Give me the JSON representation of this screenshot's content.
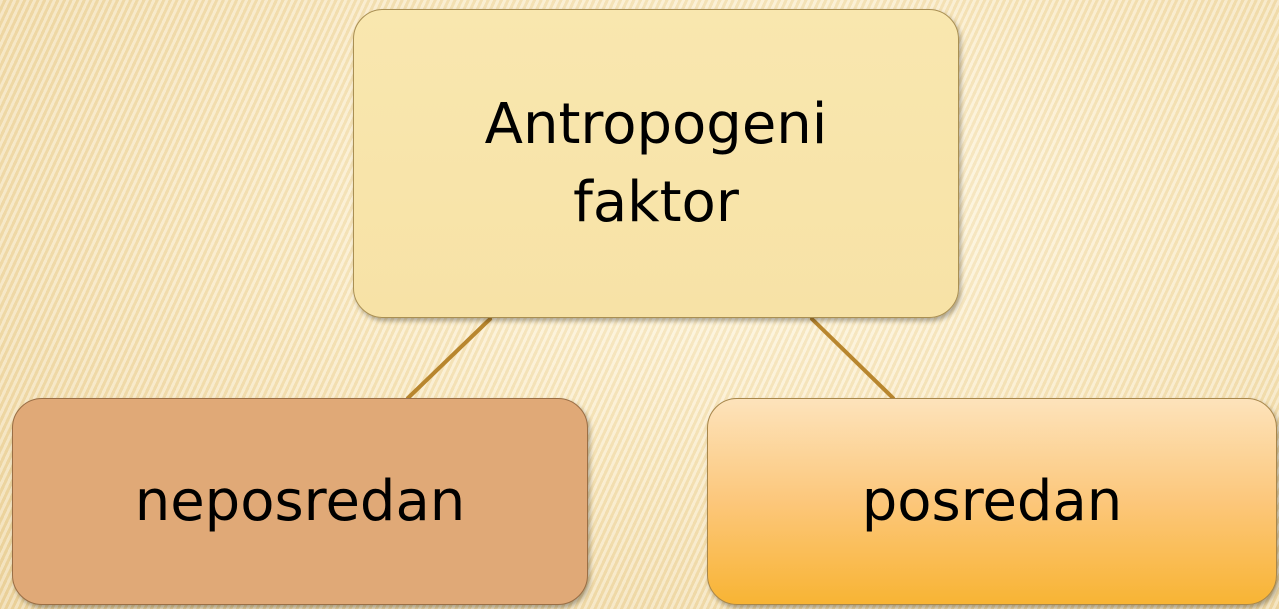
{
  "diagram": {
    "root": {
      "label": "Antropogeni faktor",
      "fill": "#f8e4aa"
    },
    "children": [
      {
        "label": "neposredan",
        "fill": "#e0a977"
      },
      {
        "label": "posredan",
        "fill": "#f9bd4e"
      }
    ],
    "connector_color": "#b8862e"
  }
}
